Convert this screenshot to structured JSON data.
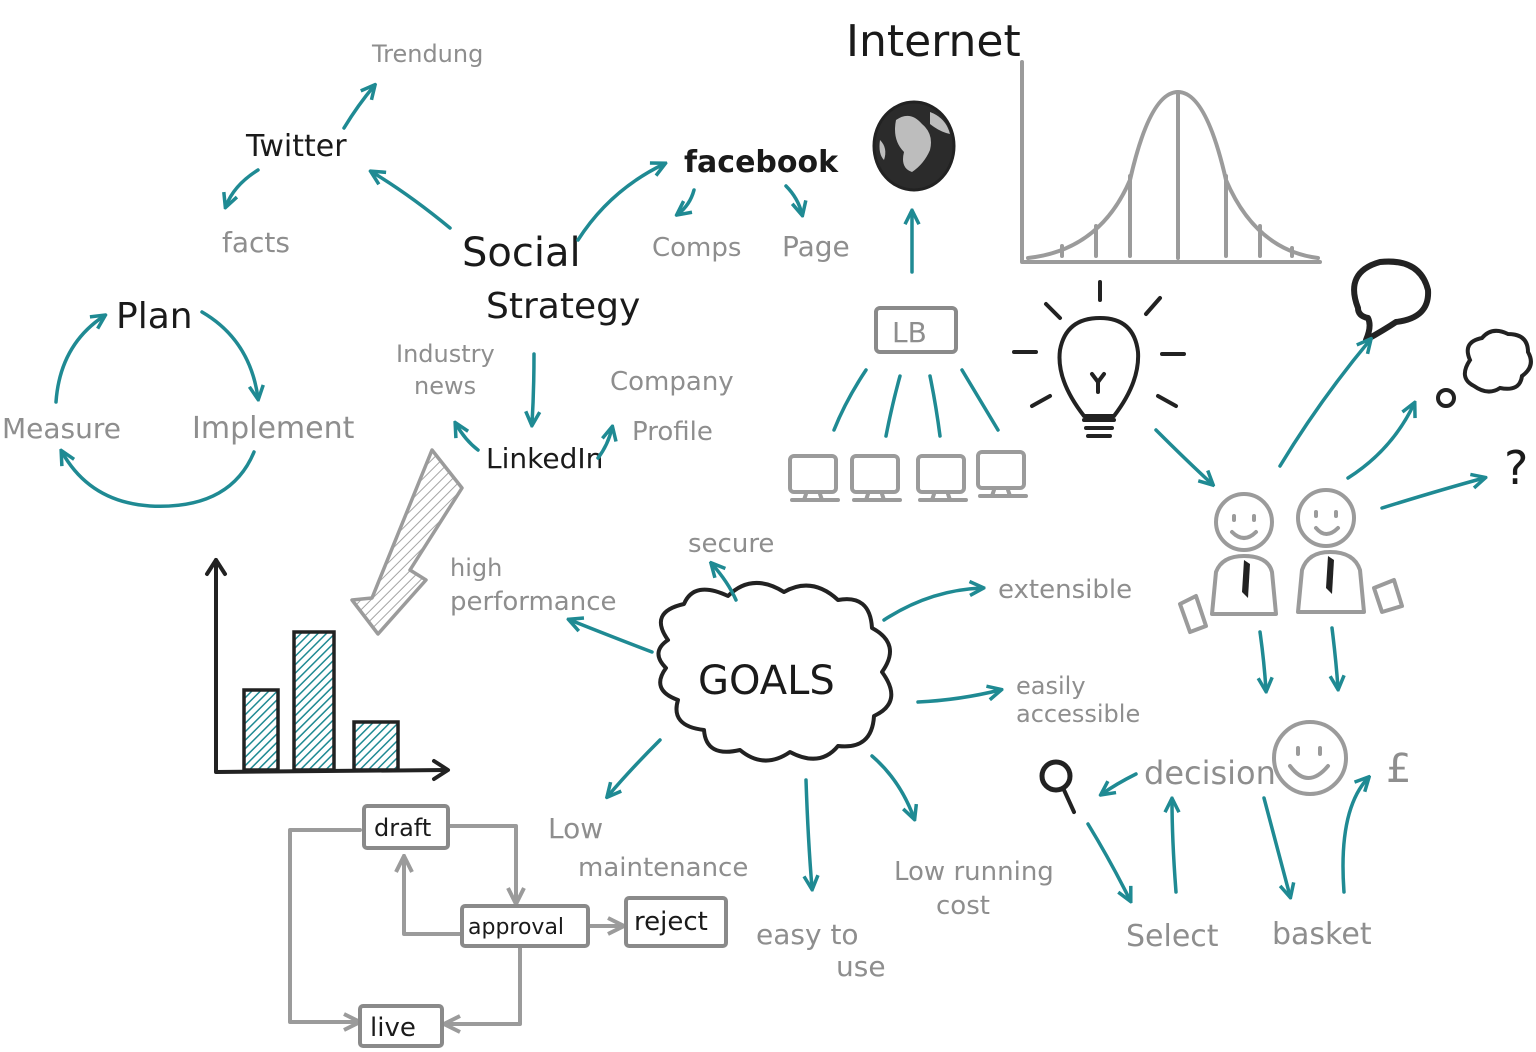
{
  "colors": {
    "teal": "#1f8a93",
    "grey": "#9b9b9b",
    "dark": "#222222"
  },
  "social": {
    "center": "Social",
    "center2": "Strategy",
    "twitter": "Twitter",
    "trending": "Trendung",
    "facts": "facts",
    "facebook": "facebook",
    "comps": "Comps",
    "page": "Page",
    "linkedin": "LinkedIn",
    "industry1": "Industry",
    "industry2": "news",
    "company1": "Company",
    "company2": "Profile"
  },
  "cycle": {
    "plan": "Plan",
    "implement": "Implement",
    "measure": "Measure"
  },
  "internet": {
    "title": "Internet",
    "lb": "LB"
  },
  "goals": {
    "center": "GOALS",
    "secure": "secure",
    "high1": "high",
    "high2": "performance",
    "extensible": "extensible",
    "access1": "easily",
    "access2": "accessible",
    "lowmaint1": "Low",
    "lowmaint2": "maintenance",
    "easy1": "easy to",
    "easy2": "use",
    "lowrun1": "Low running",
    "lowrun2": "cost"
  },
  "workflow": {
    "draft": "draft",
    "approval": "approval",
    "reject": "reject",
    "live": "live"
  },
  "shop": {
    "decision": "decision",
    "select": "Select",
    "basket": "basket",
    "currency": "£",
    "question": "?"
  },
  "icons": [
    "globe-icon",
    "load-balancer-icon",
    "monitor-icon",
    "lightbulb-icon",
    "bar-chart-icon",
    "bell-curve-icon",
    "speech-bubble-icon",
    "thought-bubble-icon",
    "person-icon",
    "magnifier-icon",
    "smiley-icon",
    "cloud-icon"
  ]
}
